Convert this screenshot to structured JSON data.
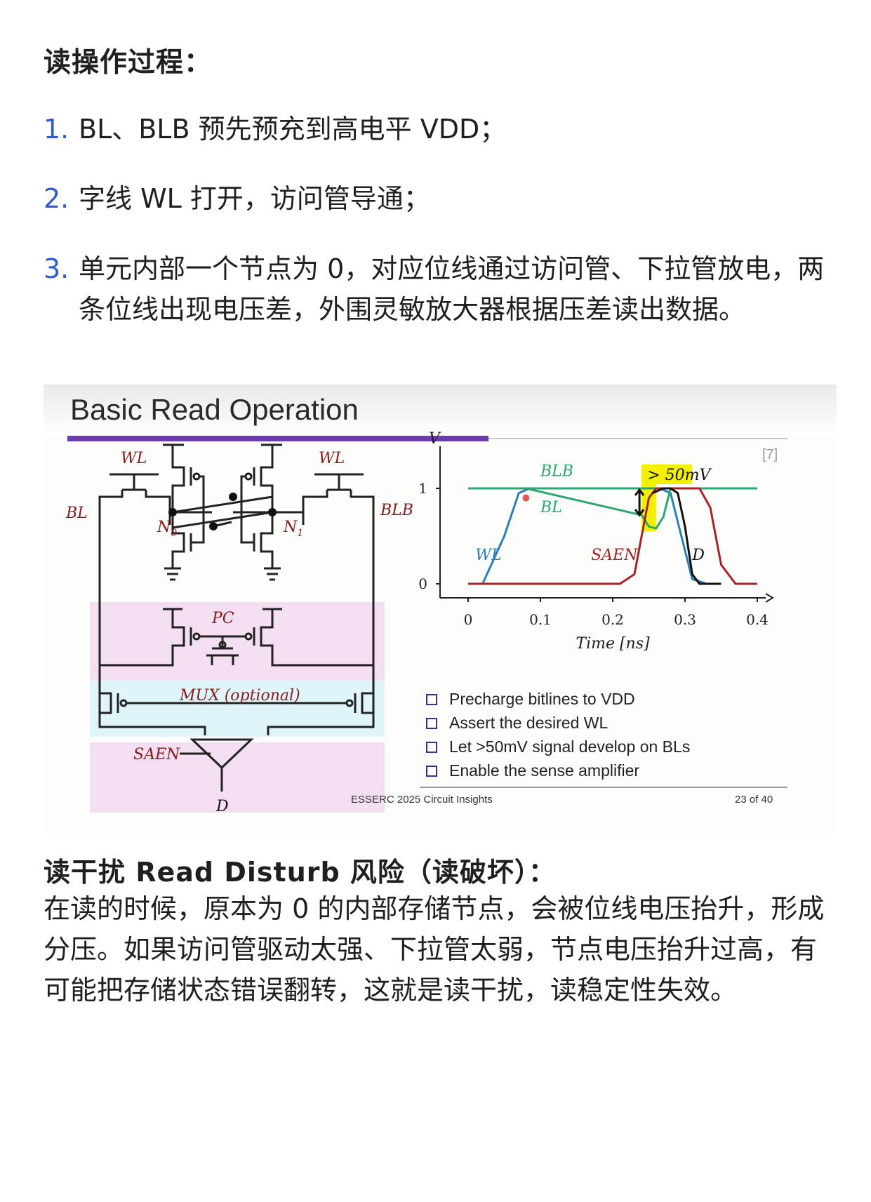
{
  "heading": "读操作过程：",
  "steps": [
    {
      "num": "1.",
      "text": "BL、BLB 预先预充到高电平 VDD；"
    },
    {
      "num": "2.",
      "text": "字线 WL 打开，访问管导通；"
    },
    {
      "num": "3.",
      "text": "单元内部一个节点为 0，对应位线通过访问管、下拉管放电，两条位线出现电压差，外围灵敏放大器根据压差读出数据。"
    }
  ],
  "slide": {
    "title": "Basic Read Operation",
    "ref": "[7]",
    "circuit": {
      "wl_left": "WL",
      "wl_right": "WL",
      "bl": "BL",
      "blb": "BLB",
      "n0": "N",
      "n0_sub": "0",
      "n1": "N",
      "n1_sub": "1",
      "pc": "PC",
      "mux": "MUX (optional)",
      "saen": "SAEN",
      "d": "D"
    },
    "bullets": [
      "Precharge bitlines to VDD",
      "Assert the desired WL",
      "Let >50mV signal develop on BLs",
      "Enable the sense amplifier"
    ],
    "footer_left": "ESSERC 2025 Circuit Insights",
    "footer_right": "23 of 40",
    "colors": {
      "title_bar": "#6a3bb0",
      "pink_box": "#f4dff2",
      "cyan_box": "#e0f5fa",
      "highlight": "#f2ef00"
    }
  },
  "chart_data": {
    "type": "line",
    "ylabel": "V",
    "xlabel": "Time [ns]",
    "xlim": [
      0,
      0.4
    ],
    "ylim": [
      0,
      1
    ],
    "x_ticks": [
      "0",
      "0.1",
      "0.2",
      "0.3",
      "0.4"
    ],
    "y_ticks": [
      "0",
      "1"
    ],
    "annotation": "> 50mV",
    "series": [
      {
        "name": "WL",
        "color": "#2a7fb8",
        "x": [
          0,
          0.02,
          0.05,
          0.07,
          0.085,
          0.25,
          0.265,
          0.28,
          0.295,
          0.31,
          0.33
        ],
        "y": [
          0,
          0,
          0.5,
          0.95,
          1,
          1,
          1,
          0.95,
          0.5,
          0.05,
          0
        ]
      },
      {
        "name": "BLB",
        "color": "#2aa870",
        "x": [
          0,
          0.4
        ],
        "y": [
          1,
          1
        ]
      },
      {
        "name": "BL",
        "color": "#2aa870",
        "x": [
          0,
          0.08,
          0.24,
          0.25,
          0.26,
          0.27,
          0.28
        ],
        "y": [
          1,
          1,
          0.72,
          0.6,
          0.58,
          0.7,
          1
        ]
      },
      {
        "name": "SAEN",
        "color": "#a82424",
        "x": [
          0,
          0.21,
          0.23,
          0.25,
          0.26,
          0.32,
          0.335,
          0.35,
          0.37,
          0.4
        ],
        "y": [
          0,
          0,
          0.1,
          0.9,
          1,
          1,
          0.8,
          0.2,
          0,
          0
        ]
      },
      {
        "name": "D",
        "color": "#111111",
        "x": [
          0.255,
          0.27,
          0.28,
          0.29,
          0.3,
          0.31,
          0.32,
          0.35
        ],
        "y": [
          0.95,
          1,
          1,
          0.95,
          0.6,
          0.1,
          0,
          0
        ]
      }
    ]
  },
  "section2": {
    "title": "读干扰 Read Disturb 风险（读破坏）：",
    "body": "在读的时候，原本为 0 的内部存储节点，会被位线电压抬升，形成分压。如果访问管驱动太强、下拉管太弱，节点电压抬升过高，有可能把存储状态错误翻转，这就是读干扰，读稳定性失效。"
  }
}
